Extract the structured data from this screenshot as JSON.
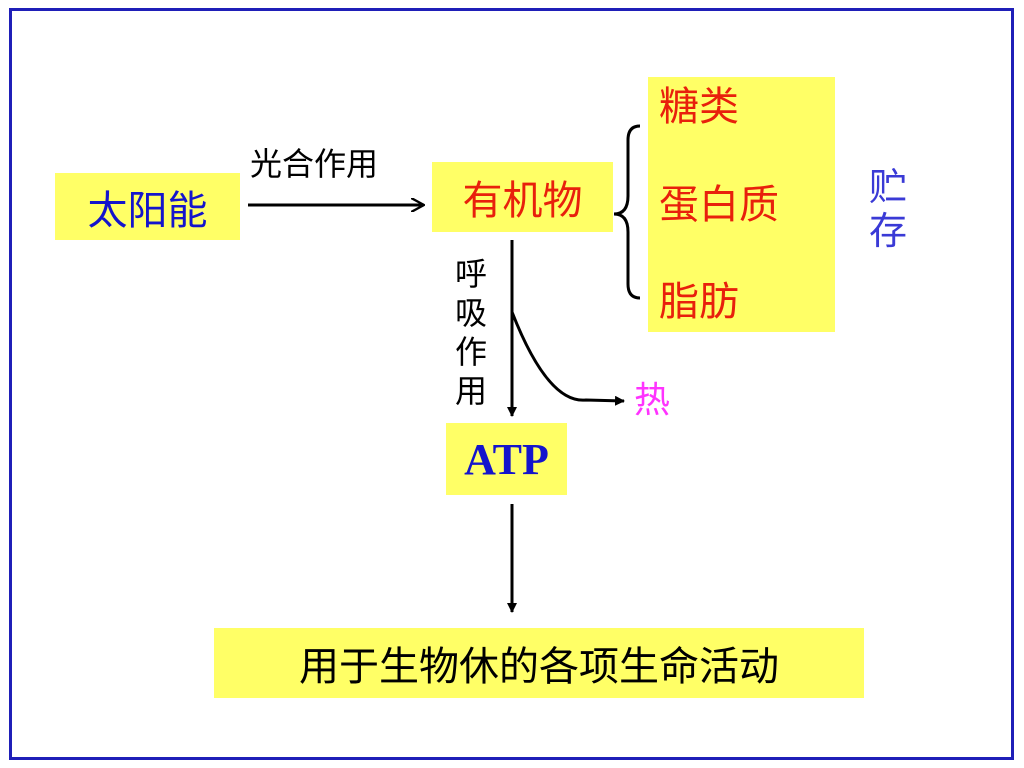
{
  "nodes": {
    "solar_energy": "太阳能",
    "organic_matter": "有机物",
    "atp": "ATP",
    "life_activities": "用于生物休的各项生命活动"
  },
  "organic_types": [
    "糖类",
    "蛋白质",
    "脂肪"
  ],
  "labels": {
    "photosynthesis": "光合作用",
    "respiration": "呼吸作用",
    "heat": "热",
    "storage": "贮存"
  },
  "colors": {
    "box_fill": "#ffff66",
    "frame": "#1f1fb8",
    "blue_text": "#1414cc",
    "red_text": "#e8200c",
    "heat_text": "#ff33ff"
  }
}
